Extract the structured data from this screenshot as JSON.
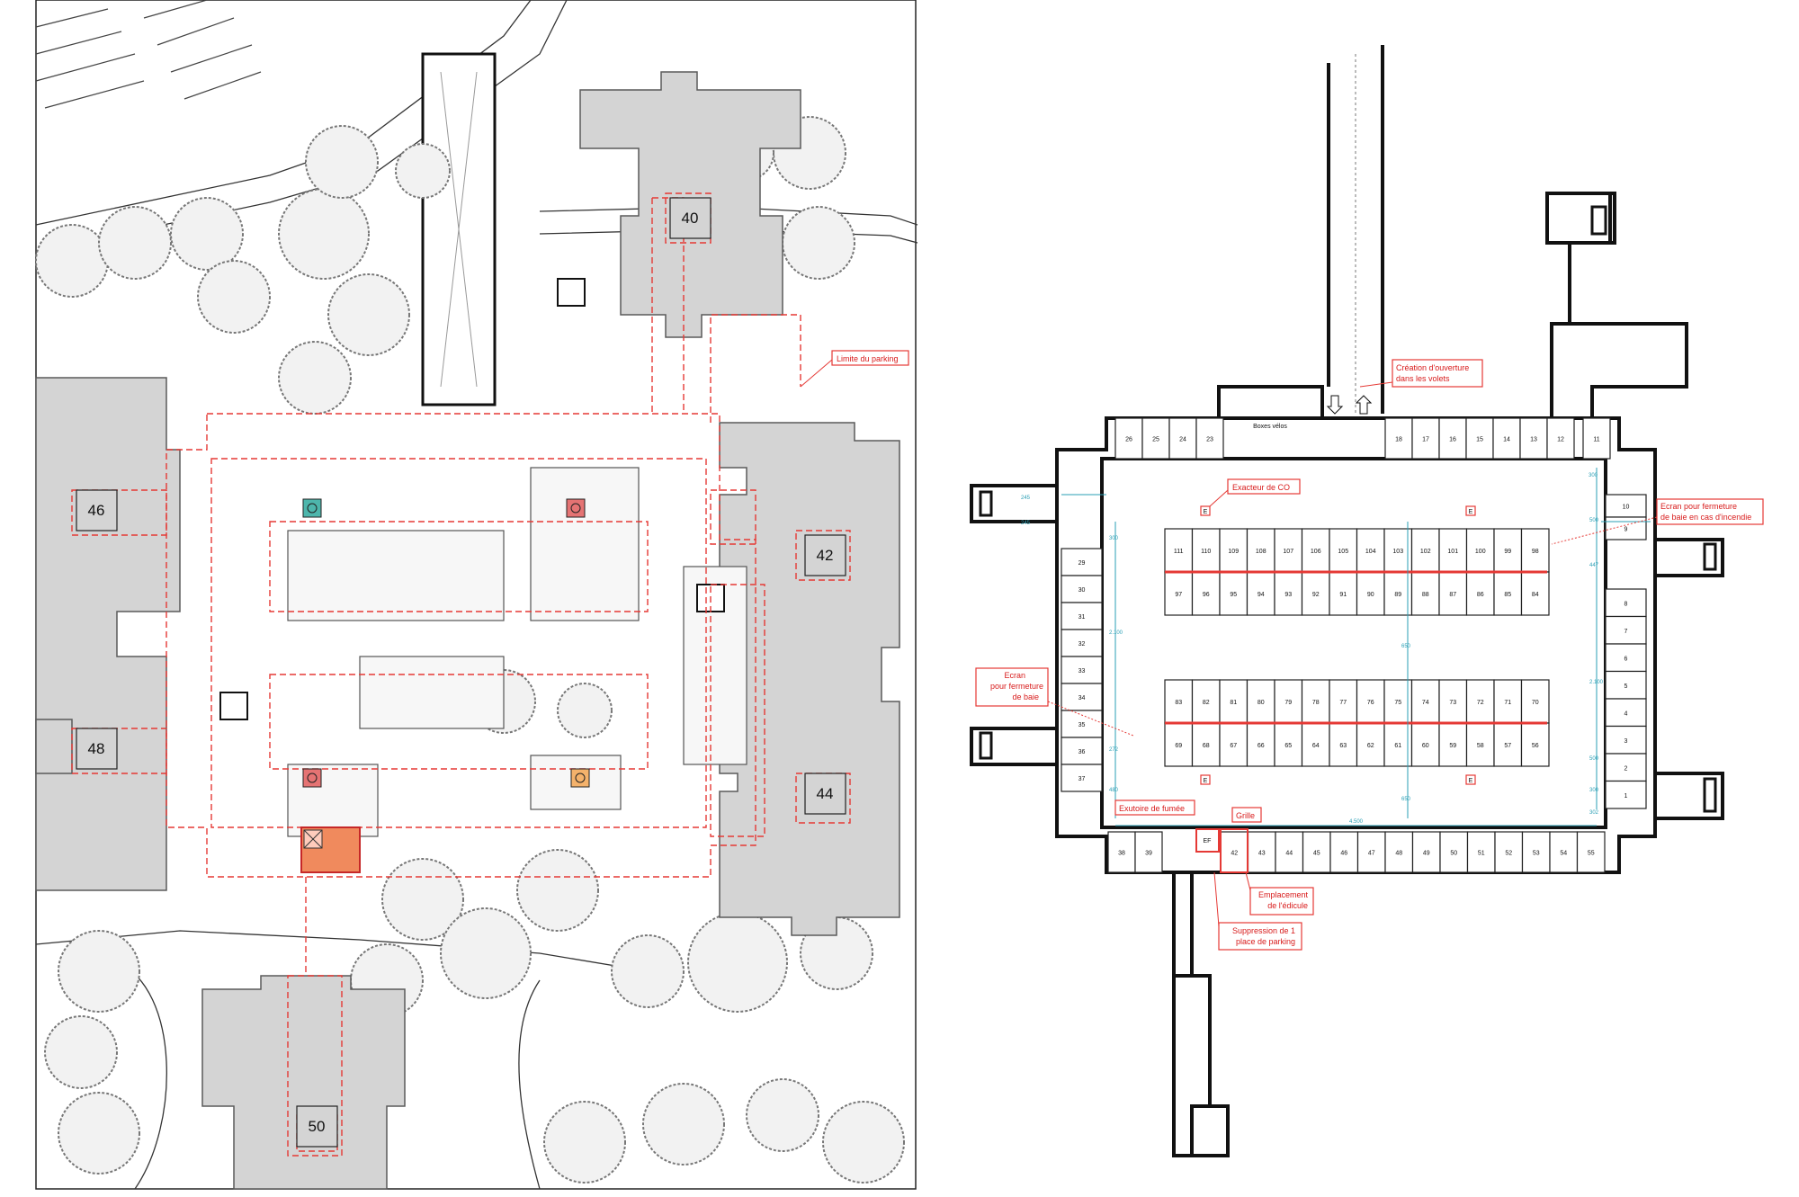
{
  "site_plan": {
    "building_labels": [
      "40",
      "42",
      "44",
      "46",
      "48",
      "50"
    ],
    "callout_parking_limit": "Limite du parking"
  },
  "floor_plan": {
    "bike_room_label": "Boxes vélos",
    "callouts": {
      "opening": [
        "Création d'ouverture",
        "dans les volets"
      ],
      "co_extractor": "Exacteur de CO",
      "fire_screen_right": [
        "Ecran pour fermeture",
        "de baie en cas d'incendie"
      ],
      "screen_left": [
        "Ecran",
        "pour fermeture",
        "de baie"
      ],
      "smoke_vent": "Exutoire de fumée",
      "grille": "Grille",
      "kiosk_location": [
        "Emplacement",
        "de l'édicule"
      ],
      "removal": [
        "Suppression de 1",
        "place de parking"
      ]
    },
    "markers": {
      "extractor": "E",
      "smoke_vent": "EF"
    },
    "dimension_labels": [
      "245",
      "245",
      "300",
      "300",
      "2.100",
      "2.100",
      "650",
      "650",
      "447",
      "4.500",
      "300",
      "302",
      "500",
      "500",
      "272",
      "480"
    ],
    "stalls": {
      "top_left": [
        "26",
        "25",
        "24",
        "23"
      ],
      "top_right": [
        "18",
        "17",
        "16",
        "15",
        "14",
        "13",
        "12"
      ],
      "top_corner": "11",
      "island_top_row1": [
        "111",
        "110",
        "109",
        "108",
        "107",
        "106",
        "105",
        "104",
        "103",
        "102",
        "101",
        "100",
        "99",
        "98"
      ],
      "island_top_row2": [
        "97",
        "96",
        "95",
        "94",
        "93",
        "92",
        "91",
        "90",
        "89",
        "88",
        "87",
        "86",
        "85",
        "84"
      ],
      "island_bottom_row1": [
        "83",
        "82",
        "81",
        "80",
        "79",
        "78",
        "77",
        "76",
        "75",
        "74",
        "73",
        "72",
        "71",
        "70"
      ],
      "island_bottom_row2": [
        "69",
        "68",
        "67",
        "66",
        "65",
        "64",
        "63",
        "62",
        "61",
        "60",
        "59",
        "58",
        "57",
        "56"
      ],
      "left_column": [
        "29",
        "30",
        "31",
        "32",
        "33",
        "34",
        "35",
        "36",
        "37"
      ],
      "right_column_top": [
        "10",
        "9"
      ],
      "right_column": [
        "8",
        "7",
        "6",
        "5",
        "4",
        "3",
        "2",
        "1"
      ],
      "bottom_left": [
        "38",
        "39"
      ],
      "bottom_row": [
        "42",
        "43",
        "44",
        "45",
        "46",
        "47",
        "48",
        "49",
        "50",
        "51",
        "52",
        "53",
        "54",
        "55"
      ]
    }
  }
}
